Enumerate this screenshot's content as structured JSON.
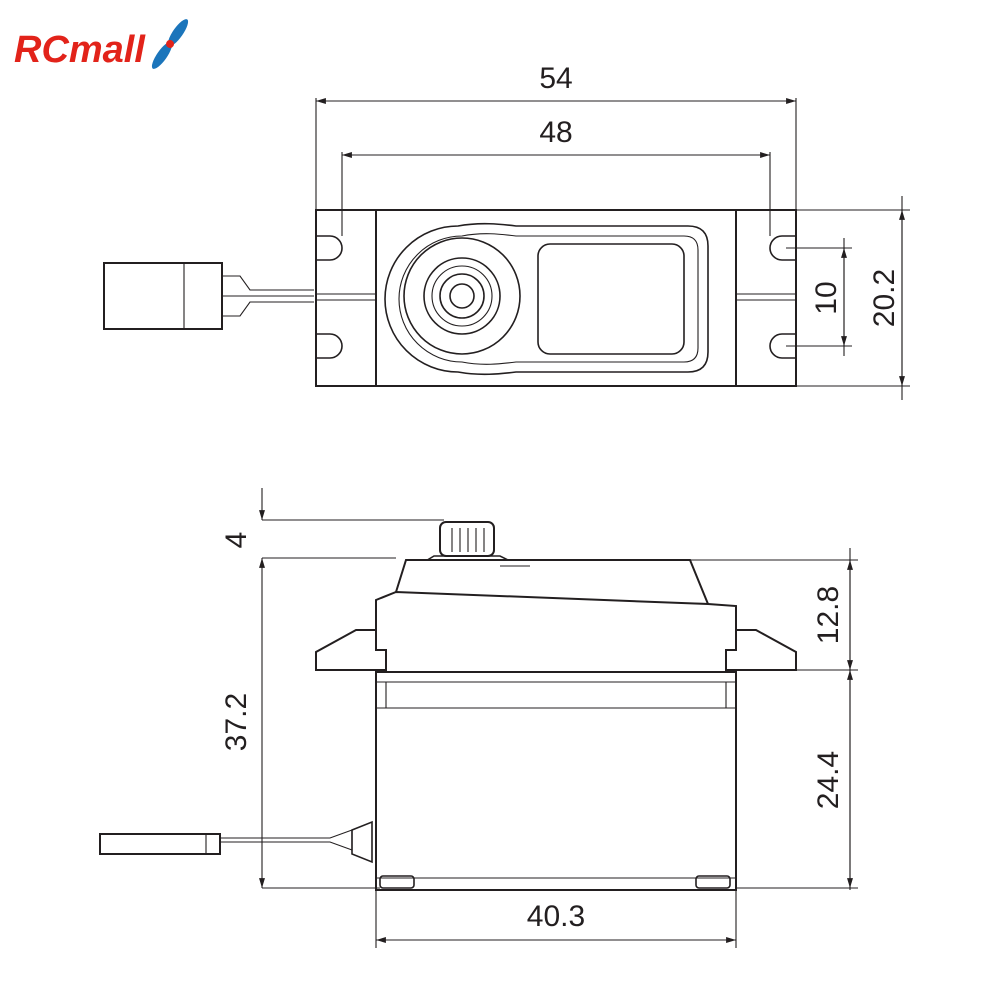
{
  "logo": {
    "text": "RCmall",
    "color": "#e2231a",
    "propeller_color": "#1b75bb"
  },
  "top_view": {
    "dimensions": {
      "overall_width": "54",
      "hole_spacing": "48",
      "height": "20.2",
      "hole_pitch": "10"
    }
  },
  "side_view": {
    "dimensions": {
      "spline_height": "4",
      "total_height": "37.2",
      "upper_height": "12.8",
      "lower_height": "24.4",
      "body_width": "40.3"
    }
  },
  "colors": {
    "line": "#231f20",
    "background": "#ffffff"
  }
}
